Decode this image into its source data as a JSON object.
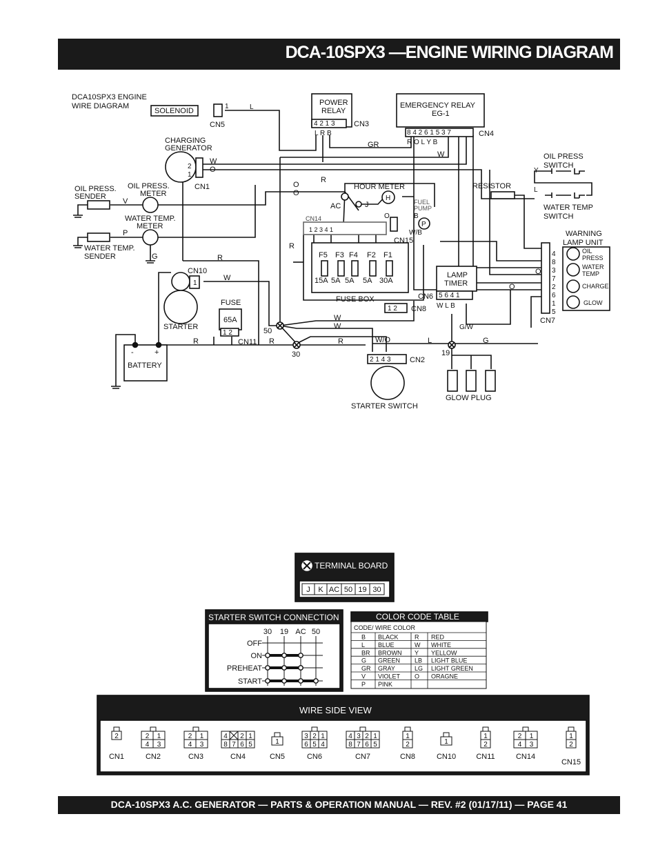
{
  "page_title": "DCA-10SPX3 —ENGINE WIRING DIAGRAM",
  "footer": "DCA-10SPX3   A.C. GENERATOR — PARTS & OPERATION MANUAL — REV. #2  (01/17/11) — PAGE 41",
  "diagram_title": [
    "DCA10SPX3 ENGINE",
    "WIRE DIAGRAM"
  ],
  "components": {
    "solenoid": "SOLENOID",
    "charging_generator": [
      "CHARGING",
      "GENERATOR"
    ],
    "oil_press_sender": [
      "OIL PRESS.",
      "SENDER"
    ],
    "oil_press_meter": [
      "OIL PRESS.",
      "METER"
    ],
    "water_temp_meter": [
      "WATER TEMP.",
      "METER"
    ],
    "water_temp_sender": [
      "WATER TEMP.",
      "SENDER"
    ],
    "power_relay": [
      "POWER",
      "RELAY"
    ],
    "emergency_relay": [
      "EMERGENCY RELAY",
      "EG-1"
    ],
    "oil_press_switch": [
      "OIL PRESS",
      "SWITCH"
    ],
    "resistor": "RESISTOR",
    "water_temp_switch": [
      "WATER TEMP",
      "SWITCH"
    ],
    "hour_meter": "HOUR METER",
    "fuel_pump": [
      "FUEL",
      "PUMP"
    ],
    "warning_lamp_unit": [
      "WARNING",
      "LAMP UNIT"
    ],
    "lamp_oil_press": [
      "OIL",
      "PRESS"
    ],
    "lamp_water_temp": [
      "WATER",
      "TEMP"
    ],
    "lamp_charge": "CHARGE",
    "lamp_glow": "GLOW",
    "fuse_box": "FUSE BOX",
    "lamp_timer": [
      "LAMP",
      "TIMER"
    ],
    "starter": "STARTER",
    "fuse": "FUSE",
    "fuse_rating": "65A",
    "battery": "BATTERY",
    "starter_switch": "STARTER SWITCH",
    "glow_plug": "GLOW PLUG"
  },
  "fuses": {
    "names": [
      "F5",
      "F3",
      "F4",
      "F2",
      "F1"
    ],
    "ratings": [
      "15A",
      "5A",
      "5A",
      "5A",
      "30A"
    ]
  },
  "connectors": {
    "cn1": "CN1",
    "cn2": "CN2",
    "cn3": "CN3",
    "cn4": "CN4",
    "cn5": "CN5",
    "cn6": "CN6",
    "cn7": "CN7",
    "cn8": "CN8",
    "cn10": "CN10",
    "cn11": "CN11",
    "cn14": "CN14",
    "cn15": "CN15"
  },
  "terminal_board": {
    "title": "TERMINAL BOARD",
    "terminals": [
      "J",
      "K",
      "AC",
      "50",
      "19",
      "30"
    ]
  },
  "starter_switch_connection": {
    "title": "STARTER SWITCH CONNECTION",
    "columns": [
      "30",
      "19",
      "AC",
      "50"
    ],
    "positions": [
      "OFF",
      "ON",
      "PREHEAT",
      "START"
    ]
  },
  "color_code_table": {
    "title": "COLOR CODE TABLE",
    "header": "CODE/ WIRE COLOR",
    "left": [
      [
        "B",
        "BLACK"
      ],
      [
        "L",
        "BLUE"
      ],
      [
        "BR",
        "BROWN"
      ],
      [
        "G",
        "GREEN"
      ],
      [
        "GR",
        "GRAY"
      ],
      [
        "V",
        "VIOLET"
      ],
      [
        "P",
        "PINK"
      ]
    ],
    "right": [
      [
        "R",
        "RED"
      ],
      [
        "W",
        "WHITE"
      ],
      [
        "Y",
        "YELLOW"
      ],
      [
        "LB",
        "LIGHT BLUE"
      ],
      [
        "LG",
        "LIGHT GREEN"
      ],
      [
        "O",
        "ORAGNE"
      ]
    ]
  },
  "wire_side_view": {
    "title": "WIRE SIDE VIEW",
    "labels": [
      "CN1",
      "CN2",
      "CN3",
      "CN4",
      "CN5",
      "CN6",
      "CN7",
      "CN8",
      "CN10",
      "CN11",
      "CN14",
      "CN15"
    ]
  }
}
